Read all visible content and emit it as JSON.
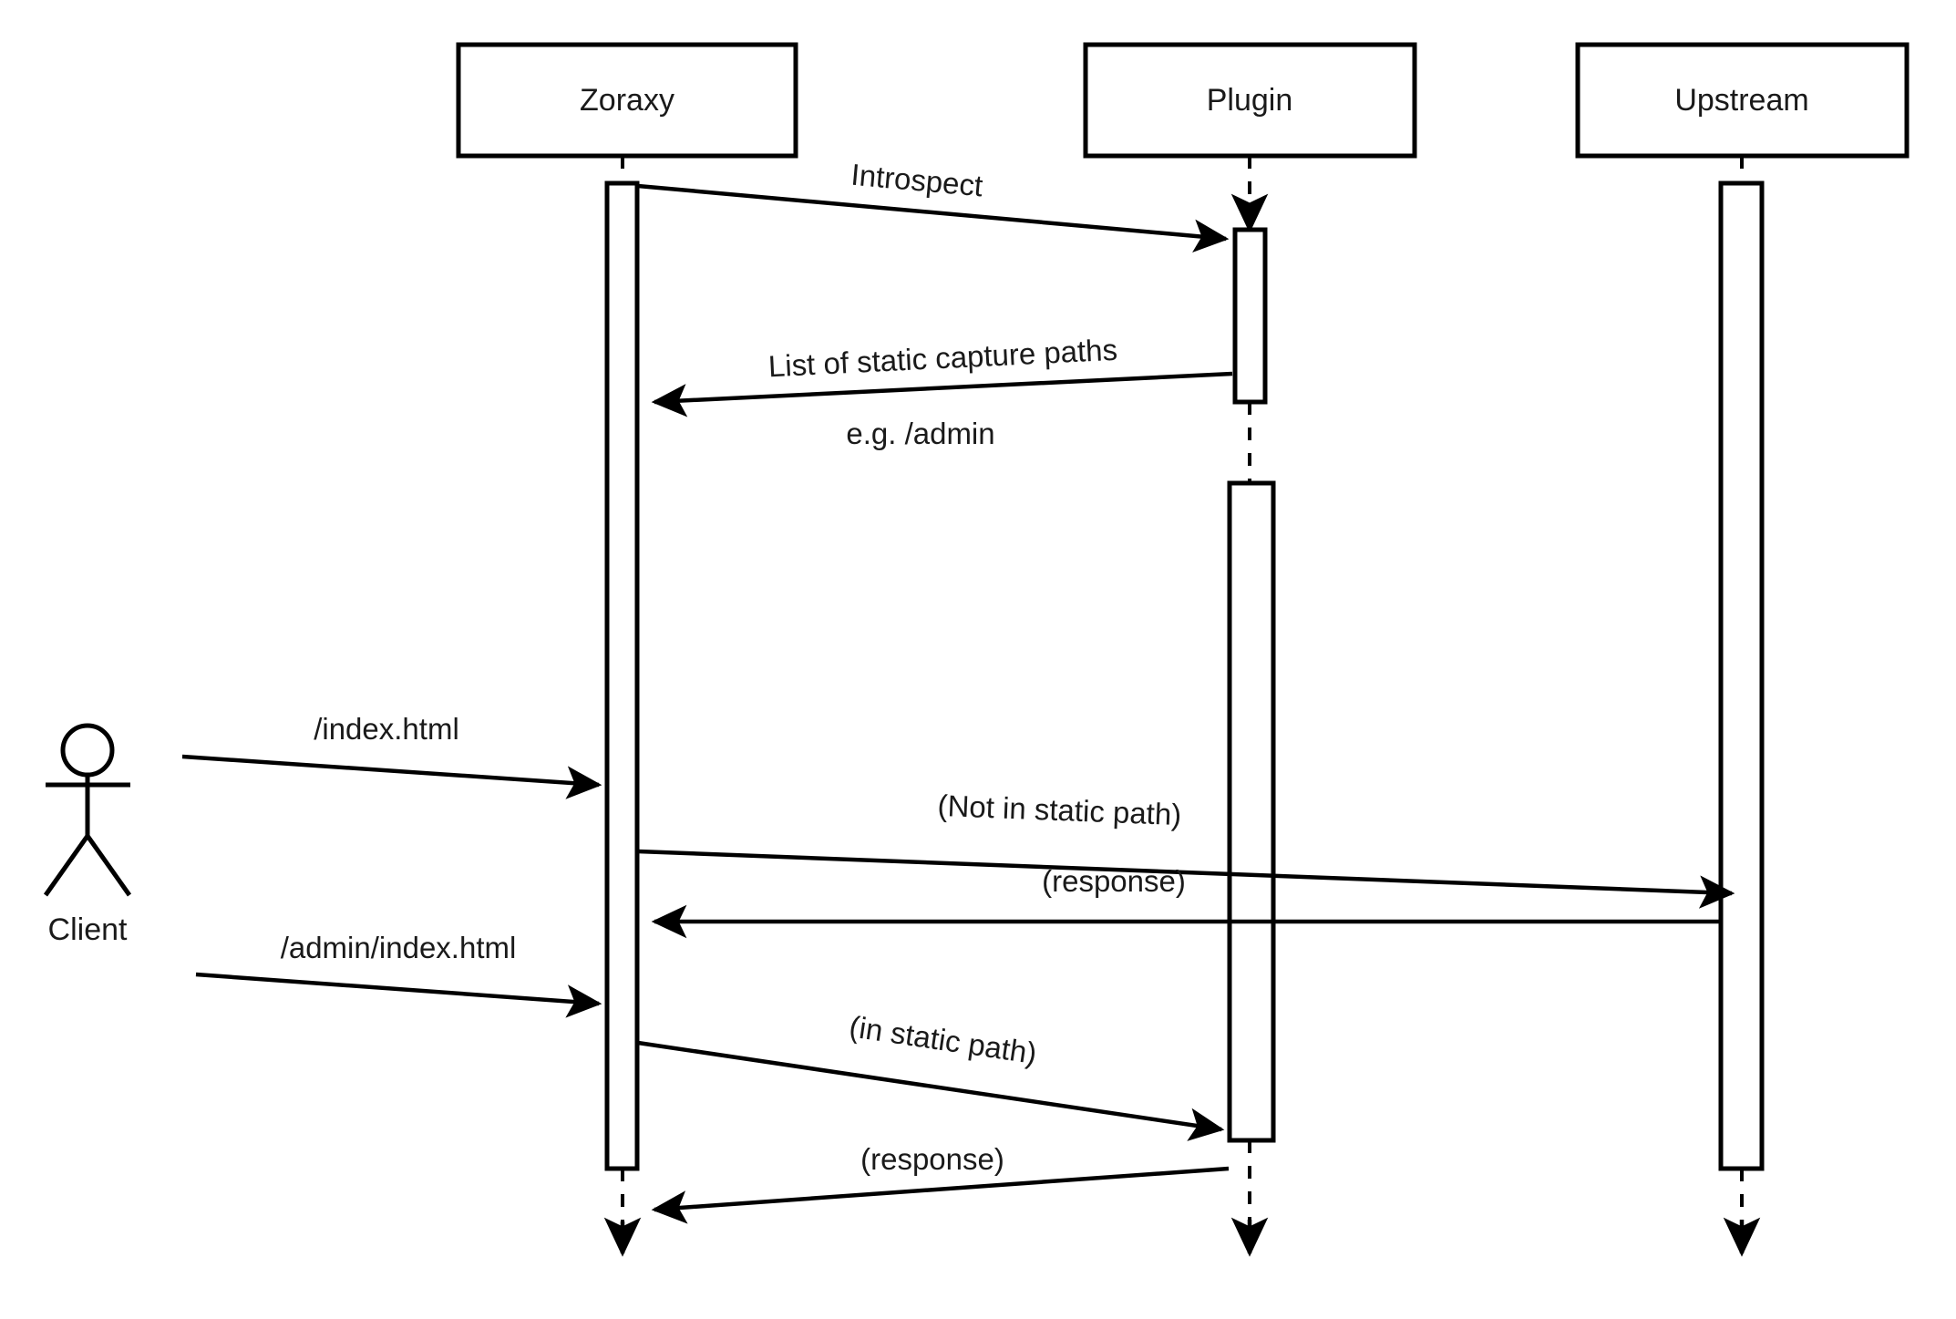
{
  "diagram": {
    "type": "sequence-diagram",
    "background": "#ffffff",
    "stroke_color": "#000000",
    "text_color": "#1a1a1a",
    "participants": [
      {
        "id": "client",
        "label": "Client",
        "kind": "actor"
      },
      {
        "id": "zoraxy",
        "label": "Zoraxy",
        "kind": "box"
      },
      {
        "id": "plugin",
        "label": "Plugin",
        "kind": "box"
      },
      {
        "id": "upstream",
        "label": "Upstream",
        "kind": "box"
      }
    ],
    "messages": [
      {
        "id": "m1",
        "label": "Introspect",
        "from": "zoraxy",
        "to": "plugin",
        "style": "solid"
      },
      {
        "id": "m2",
        "label": "List of static capture paths",
        "from": "plugin",
        "to": "zoraxy",
        "style": "solid"
      },
      {
        "id": "m2b",
        "label": "e.g. /admin",
        "from": "plugin",
        "to": "zoraxy",
        "style": "note"
      },
      {
        "id": "m3",
        "label": "/index.html",
        "from": "client",
        "to": "zoraxy",
        "style": "solid"
      },
      {
        "id": "m4",
        "label": "(Not in static path)",
        "from": "zoraxy",
        "to": "upstream",
        "style": "solid"
      },
      {
        "id": "m5",
        "label": "(response)",
        "from": "upstream",
        "to": "zoraxy",
        "style": "solid"
      },
      {
        "id": "m6",
        "label": "/admin/index.html",
        "from": "client",
        "to": "zoraxy",
        "style": "solid"
      },
      {
        "id": "m7",
        "label": "(in static path)",
        "from": "zoraxy",
        "to": "plugin",
        "style": "solid"
      },
      {
        "id": "m8",
        "label": "(response)",
        "from": "plugin",
        "to": "zoraxy",
        "style": "solid"
      }
    ]
  }
}
